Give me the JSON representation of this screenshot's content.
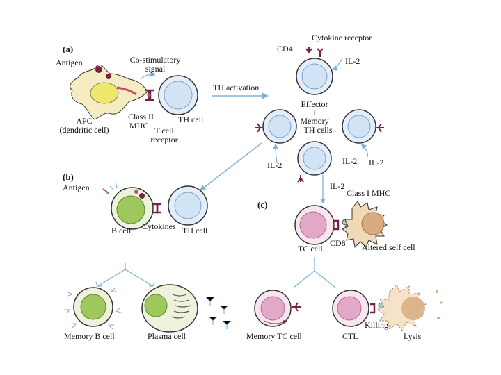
{
  "panels": {
    "a": "(a)",
    "b": "(b)",
    "c": "(c)"
  },
  "labels": {
    "antigen_a": "Antigen",
    "costim_1": "Co-stimulatory",
    "costim_2": "signal",
    "apc_1": "APC",
    "apc_2": "(dendritic cell)",
    "class2_1": "Class II",
    "class2_2": "MHC",
    "tcr_1": "T cell",
    "tcr_2": "receptor",
    "th_cell_a": "TH cell",
    "th_activation": "TH activation",
    "cd4": "CD4",
    "cytokine_receptor": "Cytokine receptor",
    "il2_top": "IL-2",
    "effector_1": "Effector",
    "effector_2": "+",
    "effector_3": "Memory",
    "effector_4": "TH  cells",
    "il2_left": "IL-2",
    "il2_mid": "IL-2",
    "il2_right": "IL-2",
    "il2_down": "IL-2",
    "antigen_b": "Antigen",
    "b_cell": "B cell",
    "cytokines": "Cytokines",
    "th_cell_b": "TH cell",
    "class1": "Class I MHC",
    "tc_cell": "TC cell",
    "cd8": "CD8",
    "altered_self": "Altered self cell",
    "memory_b": "Memory B cell",
    "plasma": "Plasma cell",
    "memory_tc": "Memory TC cell",
    "ctl": "CTL",
    "killing": "Killing",
    "lysis": "Lysis"
  },
  "colors": {
    "th_cytoplasm": "#e3eefa",
    "th_nucleus": "#d2e3f6",
    "b_nucleus": "#9ec85e",
    "b_cytoplasm": "#eef2dc",
    "tc_nucleus": "#e2a8c8",
    "tc_cytoplasm": "#f8e6ef",
    "apc_body": "#f5ecc2",
    "apc_nucleus": "#f0e86a",
    "target_body": "#f2d9b6",
    "target_nucleus": "#d9ab80",
    "receptor": "#7a2048",
    "arrow": "#7fb2d8",
    "outline": "#333333"
  }
}
